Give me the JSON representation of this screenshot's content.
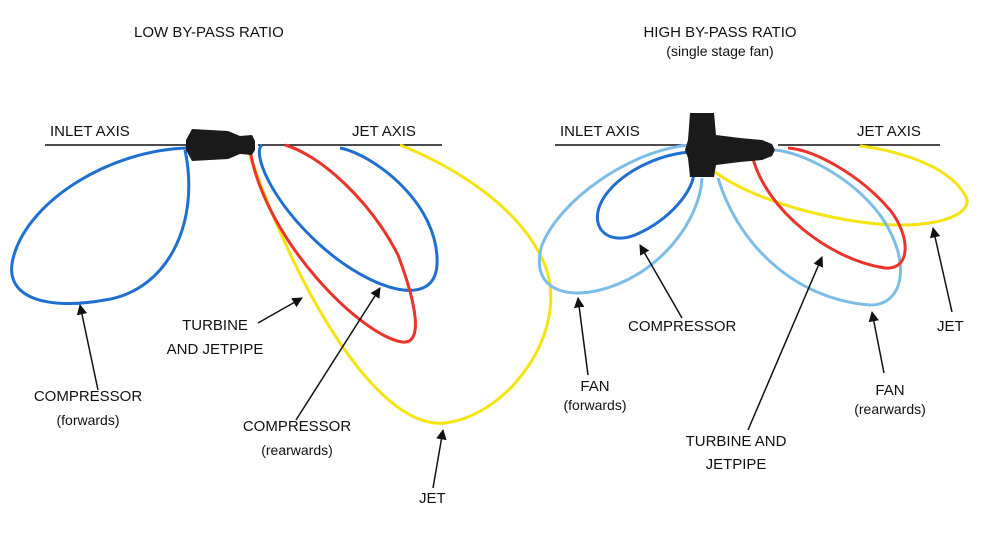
{
  "colors": {
    "compressor": "#1f6fd1",
    "turbine": "#e8342a",
    "jet": "#f5e414",
    "fan": "#7cbde8",
    "engine": "#1a1a1a",
    "line": "#111111"
  },
  "left": {
    "title": "LOW BY-PASS RATIO",
    "inlet_axis": "INLET AXIS",
    "jet_axis": "JET AXIS",
    "turbine": {
      "line1": "TURBINE",
      "line2": "AND JETPIPE"
    },
    "compressor_forwards": {
      "line1": "COMPRESSOR",
      "line2": "(forwards)"
    },
    "compressor_rearwards": {
      "line1": "COMPRESSOR",
      "line2": "(rearwards)"
    },
    "jet": "JET"
  },
  "right": {
    "title": "HIGH BY-PASS RATIO",
    "subtitle": "(single stage fan)",
    "inlet_axis": "INLET AXIS",
    "jet_axis": "JET AXIS",
    "compressor": "COMPRESSOR",
    "fan_forwards": {
      "line1": "FAN",
      "line2": "(forwards)"
    },
    "fan_rearwards": {
      "line1": "FAN",
      "line2": "(rearwards)"
    },
    "turbine": {
      "line1": "TURBINE AND",
      "line2": "JETPIPE"
    },
    "jet": "JET"
  }
}
